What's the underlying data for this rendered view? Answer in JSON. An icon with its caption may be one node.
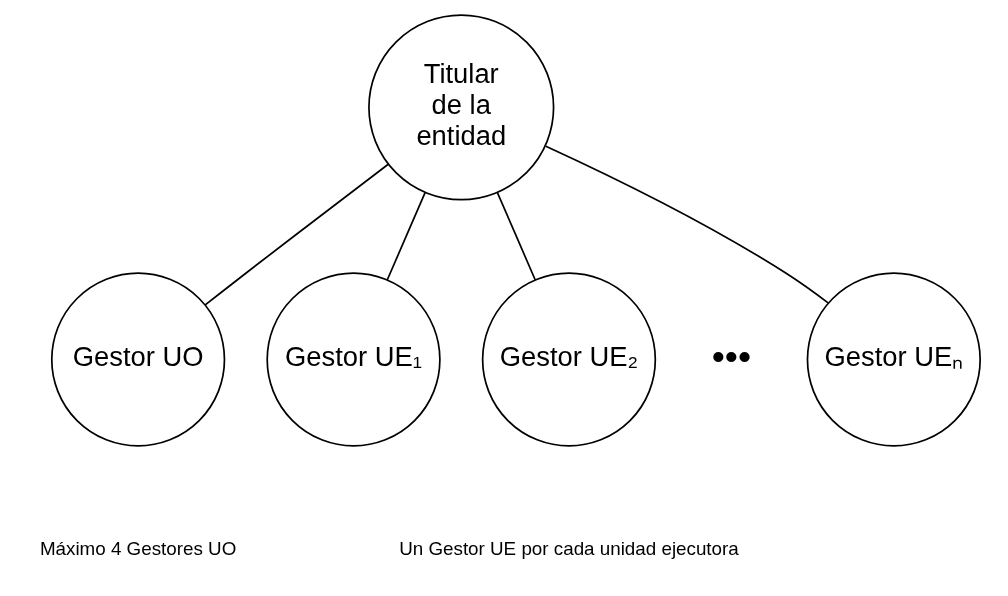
{
  "diagram": {
    "nodes": [
      {
        "text": [
          "Titular de la entidad"
        ]
      },
      {
        "text": [
          "Gestor UO"
        ]
      },
      {
        "text": [
          "Gestor UE₁"
        ]
      },
      {
        "text": [
          "Gestor UE₂"
        ]
      },
      {
        "text": [
          "Gestor UEₙ"
        ]
      }
    ],
    "edges": [
      {
        "from": 0,
        "to": 1,
        "arrow": "none"
      },
      {
        "from": 0,
        "to": 2,
        "arrow": "none"
      },
      {
        "from": 0,
        "to": 3,
        "arrow": "none"
      },
      {
        "from": 0,
        "to": 4,
        "arrow": "none"
      }
    ],
    "labels": [
      "•••",
      "Máximo 4 Gestores UO",
      "Un Gestor UE por cada unidad ejecutora"
    ]
  }
}
